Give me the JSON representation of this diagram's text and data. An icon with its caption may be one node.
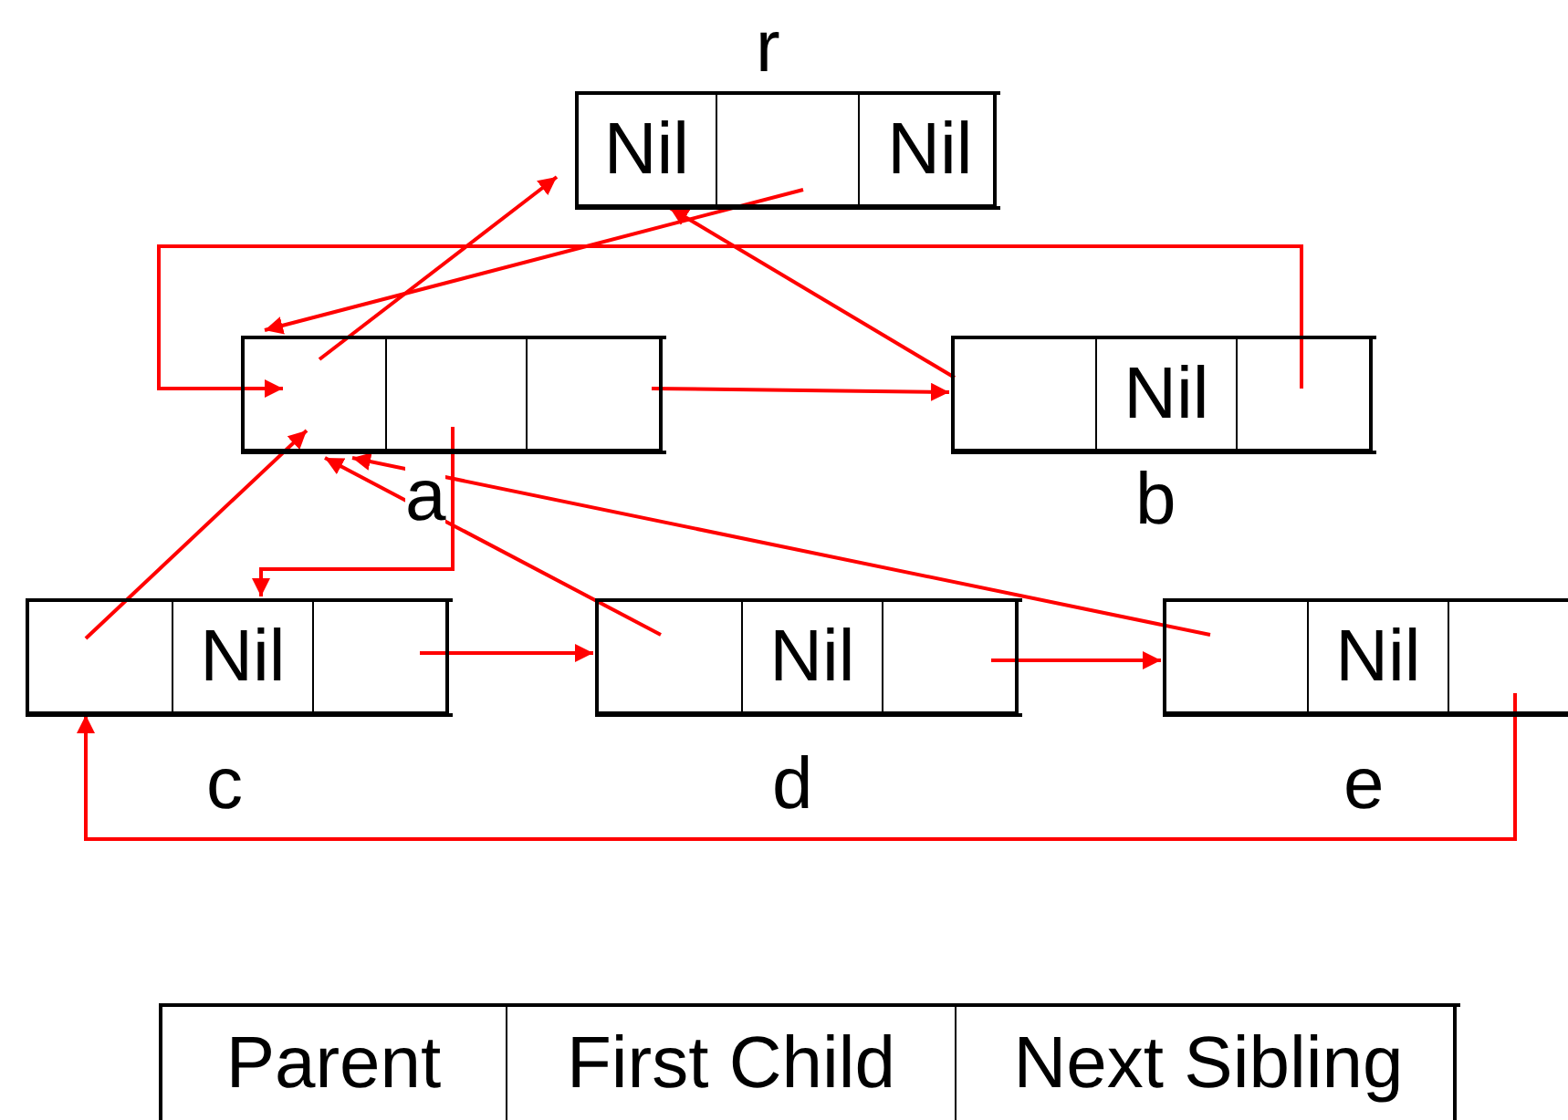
{
  "diagram": {
    "nodes": [
      {
        "text": [],
        "shape": "box",
        "beside": [
          "r"
        ]
      },
      {
        "text": [
          "Nil"
        ],
        "in": 0
      },
      {
        "text": [],
        "shape": "box",
        "in": 0
      },
      {
        "text": [
          "Nil"
        ],
        "in": 0
      },
      {
        "text": [],
        "shape": "box",
        "beside": [
          "a"
        ]
      },
      {
        "text": [],
        "shape": "box",
        "in": 4
      },
      {
        "text": [],
        "shape": "box",
        "in": 4
      },
      {
        "text": [],
        "shape": "box",
        "in": 4
      },
      {
        "text": [],
        "shape": "box",
        "beside": [
          "b"
        ]
      },
      {
        "text": [],
        "shape": "box",
        "in": 8
      },
      {
        "text": [
          "Nil"
        ],
        "in": 8
      },
      {
        "text": [],
        "shape": "box",
        "in": 8
      },
      {
        "text": [],
        "shape": "box",
        "beside": [
          "c"
        ]
      },
      {
        "text": [],
        "shape": "box",
        "in": 12
      },
      {
        "text": [
          "Nil"
        ],
        "in": 12
      },
      {
        "text": [],
        "shape": "box",
        "in": 12
      },
      {
        "text": [],
        "shape": "box",
        "beside": [
          "d"
        ]
      },
      {
        "text": [],
        "shape": "box",
        "in": 16
      },
      {
        "text": [
          "Nil"
        ],
        "in": 16
      },
      {
        "text": [],
        "shape": "box",
        "in": 16
      },
      {
        "text": [],
        "shape": "box",
        "beside": [
          "e"
        ]
      },
      {
        "text": [],
        "shape": "box",
        "in": 20
      },
      {
        "text": [
          "Nil"
        ],
        "in": 20
      },
      {
        "text": [],
        "shape": "box",
        "in": 20
      },
      {
        "text": [],
        "shape": "box"
      },
      {
        "text": [
          "Parent"
        ],
        "in": 24
      },
      {
        "text": [
          "First Child"
        ],
        "in": 24
      },
      {
        "text": [
          "Next Sibling"
        ],
        "in": 24
      }
    ],
    "edges": [
      {
        "from": 5,
        "to": 1,
        "arrow": "to"
      },
      {
        "from": 2,
        "to": 5,
        "arrow": "to"
      },
      {
        "from": 11,
        "to": 5,
        "arrow": "to"
      },
      {
        "from": 7,
        "to": 9,
        "arrow": "to"
      },
      {
        "from": 9,
        "to": 1,
        "arrow": "to"
      },
      {
        "from": 13,
        "to": 5,
        "arrow": "to"
      },
      {
        "from": 6,
        "to": 12,
        "arrow": "to"
      },
      {
        "from": 15,
        "to": 17,
        "arrow": "to"
      },
      {
        "from": 17,
        "to": 5,
        "arrow": "to"
      },
      {
        "from": 19,
        "to": 21,
        "arrow": "to"
      },
      {
        "from": 21,
        "to": 5,
        "arrow": "to"
      },
      {
        "from": 23,
        "to": 13,
        "arrow": "to"
      }
    ]
  }
}
